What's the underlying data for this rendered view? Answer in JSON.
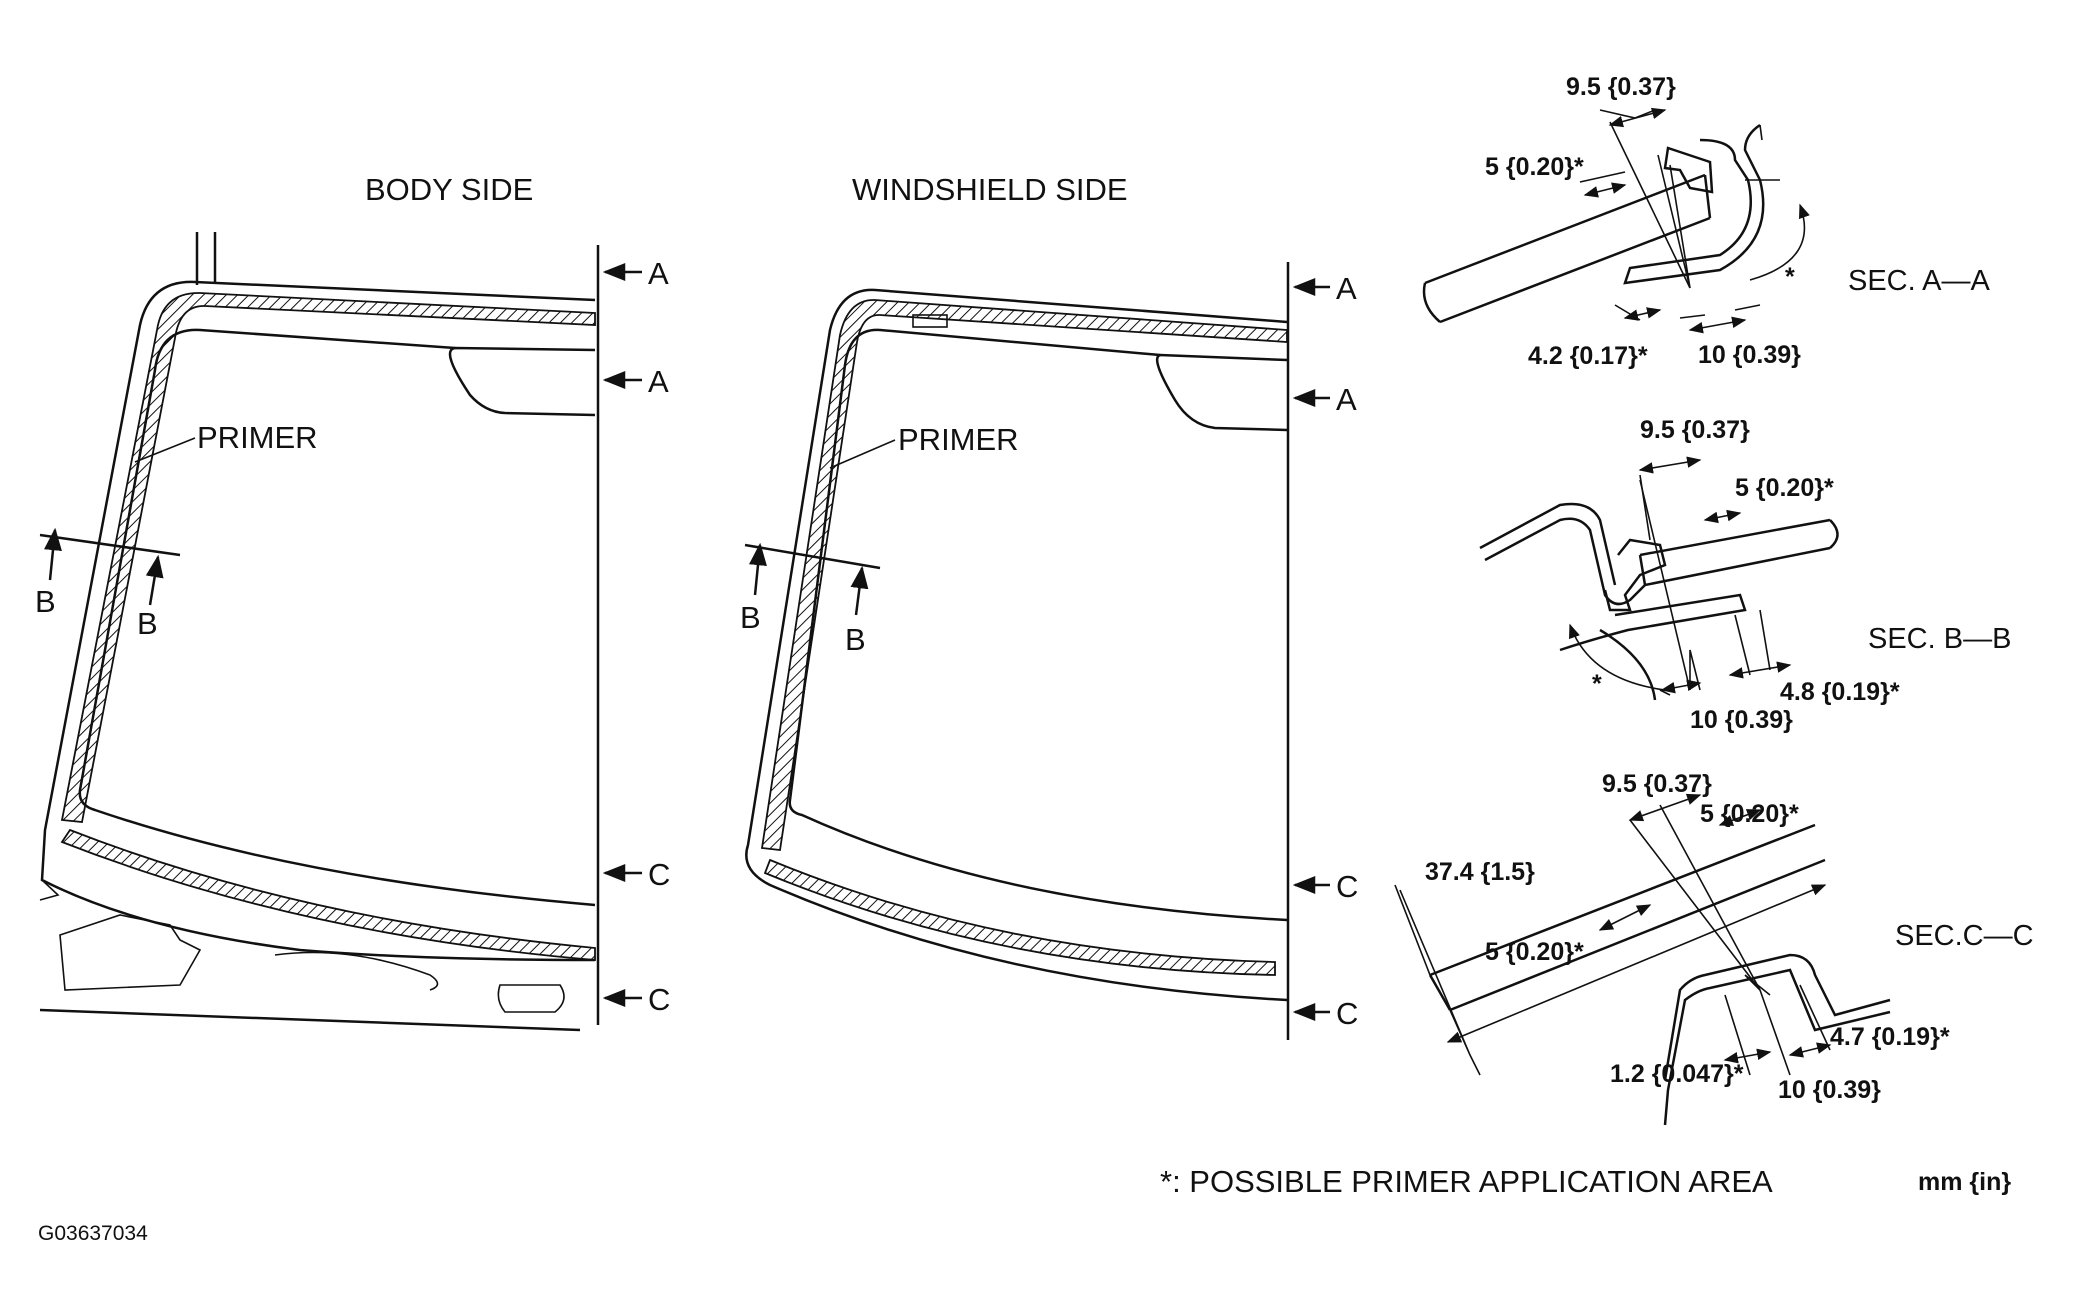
{
  "views": {
    "body_side": {
      "title": "BODY SIDE",
      "primer": "PRIMER",
      "marker_a": "A",
      "marker_b": "B",
      "marker_c": "C"
    },
    "windshield_side": {
      "title": "WINDSHIELD SIDE",
      "primer": "PRIMER",
      "marker_a": "A",
      "marker_b": "B",
      "marker_c": "C"
    }
  },
  "sections": {
    "aa": {
      "title": "SEC. A—A",
      "dims": {
        "d1": "9.5 {0.37}",
        "d2": "5 {0.20}*",
        "d3": "4.2 {0.17}*",
        "d4": "10 {0.39}",
        "star": "*"
      }
    },
    "bb": {
      "title": "SEC. B—B",
      "dims": {
        "d1": "9.5 {0.37}",
        "d2": "5 {0.20}*",
        "d3": "4.8 {0.19}*",
        "d4": "10 {0.39}",
        "star": "*"
      }
    },
    "cc": {
      "title": "SEC.C—C",
      "dims": {
        "d1": "9.5 {0.37}",
        "d2": "5 {0.20}*",
        "d3": "37.4 {1.5}",
        "d4": "5 {0.20}*",
        "d5": "4.7 {0.19}*",
        "d6": "1.2 {0.047}*",
        "d7": "10 {0.39}"
      }
    }
  },
  "footer": {
    "note": "*: POSSIBLE PRIMER APPLICATION AREA",
    "units": "mm {in}",
    "figure_code": "G03637034"
  }
}
